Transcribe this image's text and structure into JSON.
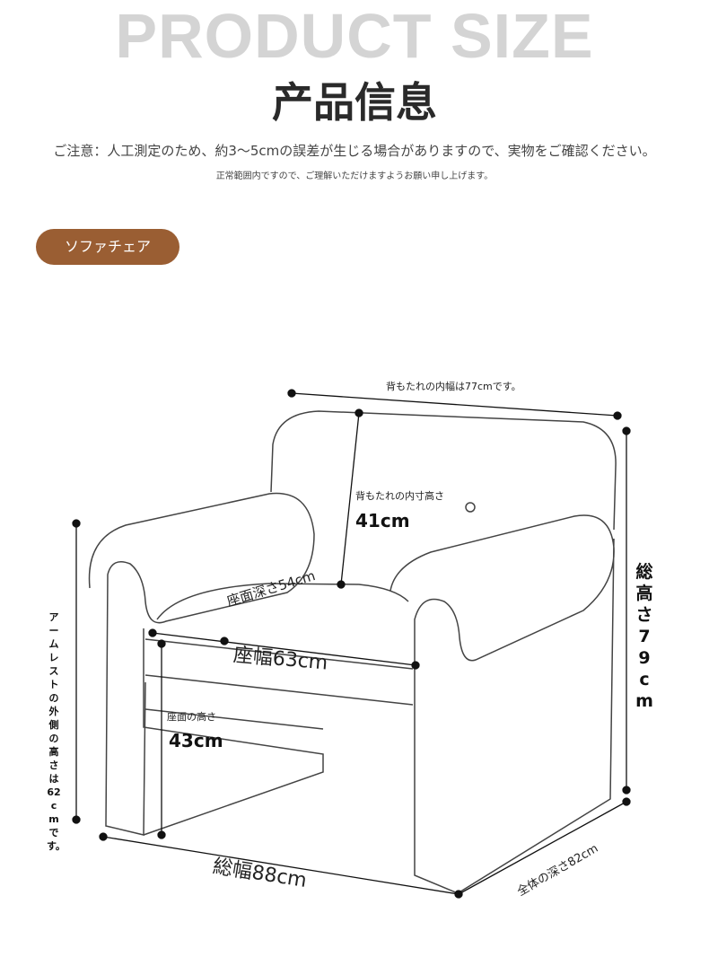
{
  "header": {
    "bg_title": "PRODUCT SIZE",
    "title": "产品信息"
  },
  "notes": {
    "line1": "ご注意：人工測定のため、約3〜5cmの誤差が生じる場合がありますので、実物をご確認ください。",
    "line2": "正常範囲内ですので、ご理解いただけますようお願い申し上げます。"
  },
  "category_tag": "ソファチェア",
  "colors": {
    "tag": "#9a5e33"
  },
  "dimensions": {
    "back_inner_width": "背もたれの内幅は77cmです。",
    "back_inner_height_label": "背もたれの内寸高さ",
    "back_inner_height_value": "41cm",
    "seat_depth": "座面深さ54cm",
    "seat_width": "座幅63cm",
    "seat_height_label": "座面の高さ",
    "seat_height_value": "43cm",
    "total_height": "総高さ79cm",
    "armrest_outer_height": "アームレストの外側の高さは62cmです。",
    "total_width": "総幅88cm",
    "total_depth": "全体の深さ82cm"
  }
}
